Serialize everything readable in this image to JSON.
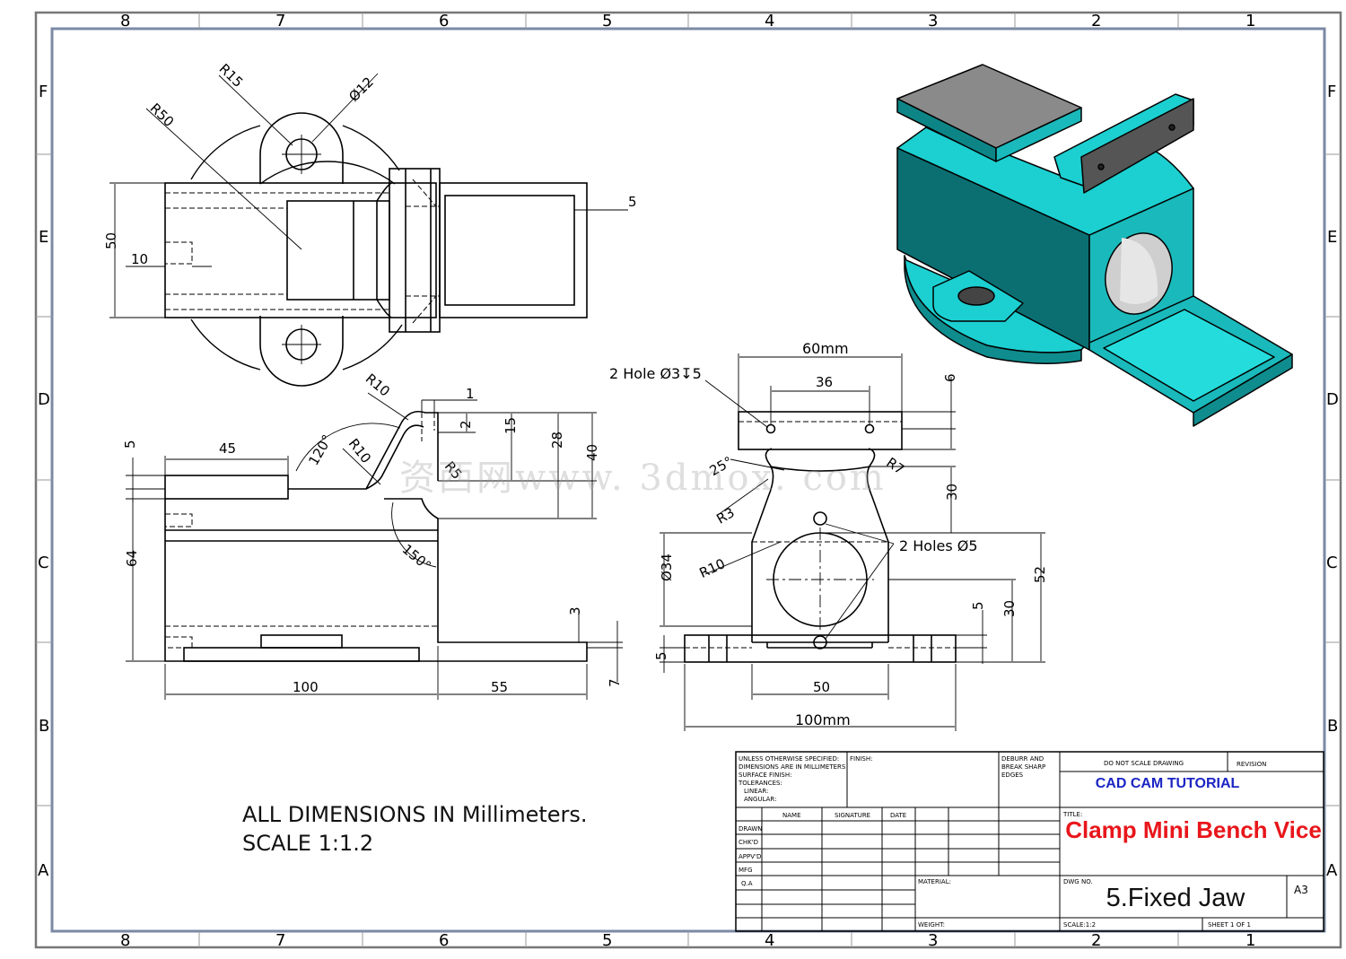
{
  "zones": {
    "columns": [
      "8",
      "7",
      "6",
      "5",
      "4",
      "3",
      "2",
      "1"
    ],
    "rows": [
      "F",
      "E",
      "D",
      "C",
      "B",
      "A"
    ]
  },
  "top_view": {
    "r15": "R15",
    "dia12": "Ø12",
    "r50": "R50",
    "d5": "5",
    "d50": "50",
    "d10": "10"
  },
  "front_view": {
    "r10_top": "R10",
    "d1": "1",
    "d2": "2",
    "d15": "15",
    "d28": "28",
    "d40": "40",
    "a120": "120°",
    "r10_inner": "R10",
    "r5": "R5",
    "d5_top": "5",
    "d45": "45",
    "d64": "64",
    "a150": "150°",
    "d3": "3",
    "d100": "100",
    "d55": "55",
    "d7": "7"
  },
  "side_view": {
    "w60": "60mm",
    "d36": "36",
    "d6": "6",
    "hole_note": "2 Hole Ø3↧5",
    "a25": "25°",
    "r7": "R7",
    "r3": "R3",
    "d30_top": "30",
    "holes5": "2 Holes Ø5",
    "r10": "R10",
    "dia34": "Ø34",
    "d52": "52",
    "d5_mid": "5",
    "d30_low": "30",
    "d5_left": "5",
    "d50": "50",
    "w100": "100mm"
  },
  "notes": {
    "line1": "ALL DIMENSIONS IN Millimeters.",
    "line2": "SCALE 1:1.2"
  },
  "watermark": "资西网www. 3dmox. com",
  "title_block": {
    "tolerances": [
      "UNLESS OTHERWISE SPECIFIED:",
      "DIMENSIONS ARE IN MILLIMETERS",
      "SURFACE FINISH:",
      "TOLERANCES:",
      "LINEAR:",
      "ANGULAR:"
    ],
    "finish": "FINISH:",
    "deburr": [
      "DEBURR AND",
      "BREAK SHARP",
      "EDGES"
    ],
    "do_not_scale": "DO NOT SCALE DRAWING",
    "revision": "REVISION",
    "company": "CAD CAM TUTORIAL",
    "col_name": "NAME",
    "col_signature": "SIGNATURE",
    "col_date": "DATE",
    "title_label": "TITLE:",
    "rows": [
      "DRAWN",
      "CHK'D",
      "APPV'D",
      "MFG",
      "Q.A"
    ],
    "title": "Clamp Mini Bench Vice",
    "material": "MATERIAL:",
    "dwg_no_label": "DWG NO.",
    "dwg_no": "5.Fixed Jaw",
    "size": "A3",
    "weight": "WEIGHT:",
    "scale": "SCALE:1:2",
    "sheet": "SHEET 1 OF 1"
  },
  "colors": {
    "body": "#1ccfd0",
    "body_dark": "#0f8c8e",
    "plate": "#7a7a7a",
    "company": "#1b25c4",
    "title": "#e8161b"
  }
}
